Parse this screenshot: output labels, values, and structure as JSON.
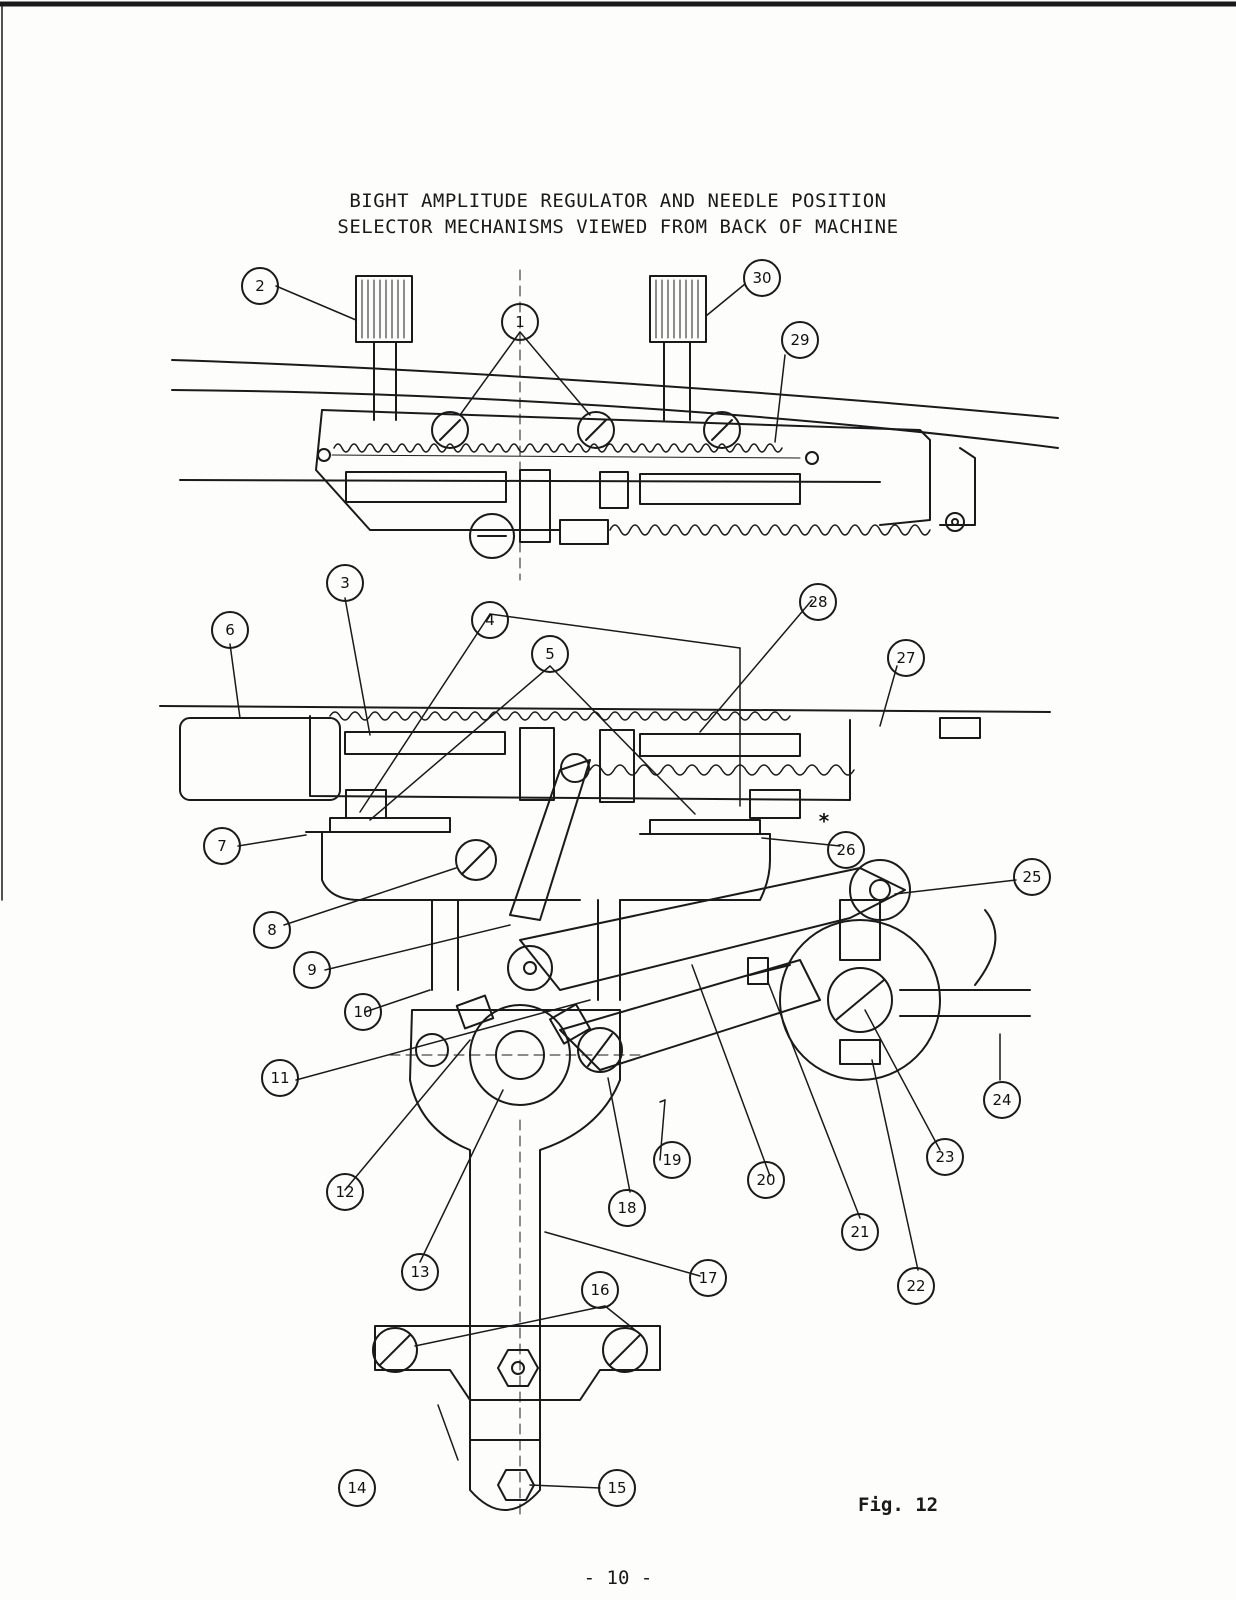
{
  "title_line_1": "BIGHT AMPLITUDE REGULATOR AND NEEDLE POSITION",
  "title_line_2": "SELECTOR MECHANISMS VIEWED FROM BACK OF MACHINE",
  "figure_label": "Fig. 12",
  "page_number": "- 10 -",
  "asterisk": "*",
  "callouts": [
    "1",
    "2",
    "3",
    "4",
    "5",
    "6",
    "7",
    "8",
    "9",
    "10",
    "11",
    "12",
    "13",
    "14",
    "15",
    "16",
    "17",
    "18",
    "19",
    "20",
    "21",
    "22",
    "23",
    "24",
    "25",
    "26",
    "27",
    "28",
    "29",
    "30"
  ]
}
